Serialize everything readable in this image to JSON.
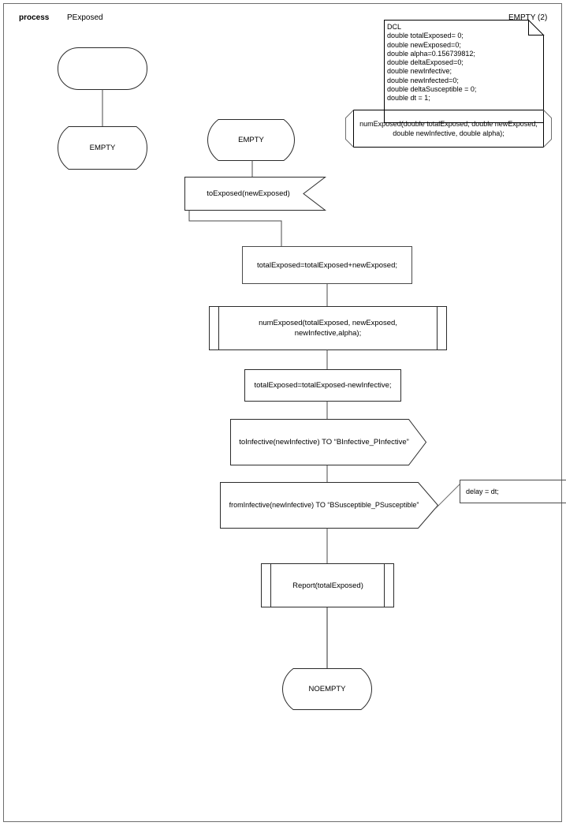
{
  "page": {
    "keyword": "process",
    "diagram_name": "PExposed",
    "page_label": "EMPTY (2)"
  },
  "declaration_note": {
    "name": "dcl-note",
    "lines": "DCL\ndouble totalExposed= 0;\ndouble newExposed=0;\ndouble alpha=0.156739812;\ndouble deltaExposed=0;\ndouble newInfective;\ndouble newInfected=0;\ndouble deltaSusceptible = 0;\ndouble dt = 1;"
  },
  "procedure_definition": {
    "name": "numExposed-signature",
    "text": "numExposed(double totalExposed, double newExposed,\ndouble newInfective, double alpha);"
  },
  "left_branch": {
    "start": {
      "label": ""
    },
    "state": {
      "label": "EMPTY"
    }
  },
  "main_flow": [
    {
      "id": "state-empty",
      "type": "state",
      "label": "EMPTY"
    },
    {
      "id": "input-toexposed",
      "type": "input",
      "label": "toExposed(newExposed)"
    },
    {
      "id": "task-add",
      "type": "task",
      "label": "totalExposed=totalExposed+newExposed;"
    },
    {
      "id": "call-numexposed",
      "type": "procedure-call",
      "label": "numExposed(totalExposed, newExposed,\nnewInfective,alpha);"
    },
    {
      "id": "task-sub",
      "type": "task",
      "label": "totalExposed=totalExposed-newInfective;"
    },
    {
      "id": "output-toinfective",
      "type": "output",
      "label": "toInfective(newInfective) TO “BInfective_PInfective”"
    },
    {
      "id": "output-frominfective",
      "type": "output",
      "label": "fromInfective(newInfective) TO “BSusceptible_PSusceptible”"
    },
    {
      "id": "call-report",
      "type": "procedure-call",
      "label": "Report(totalExposed)"
    },
    {
      "id": "state-noempty",
      "type": "state",
      "label": "NOEMPTY"
    }
  ],
  "comments": [
    {
      "id": "comment-delay",
      "label": "delay = dt;"
    }
  ],
  "colors": {
    "stroke": "#000000",
    "stroke_soft": "#6e6e6e",
    "text": "#000000",
    "background": "#ffffff"
  }
}
